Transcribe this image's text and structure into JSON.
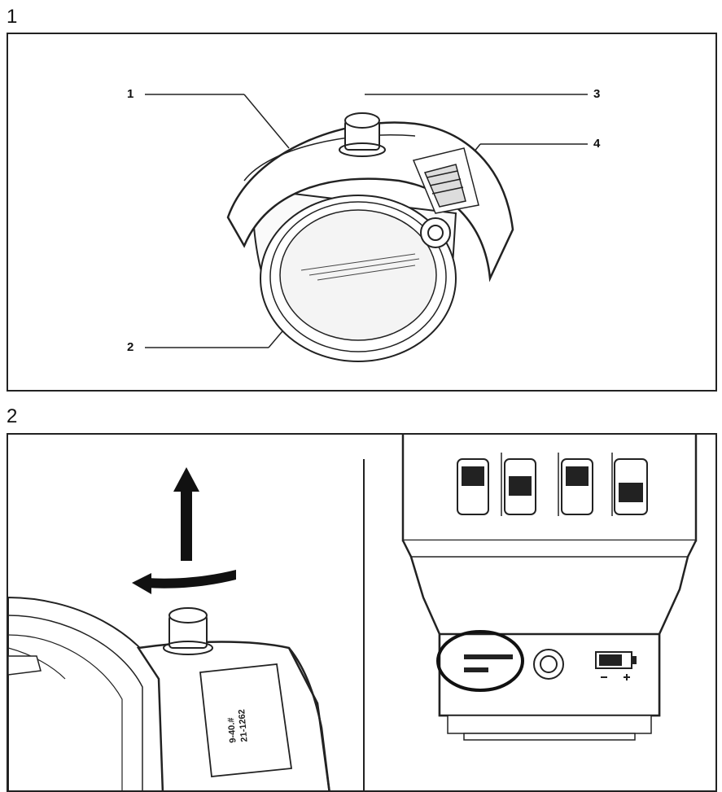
{
  "figure1": {
    "number": "1",
    "callouts": [
      "1",
      "2",
      "3",
      "4"
    ]
  },
  "figure2": {
    "number": "2"
  }
}
